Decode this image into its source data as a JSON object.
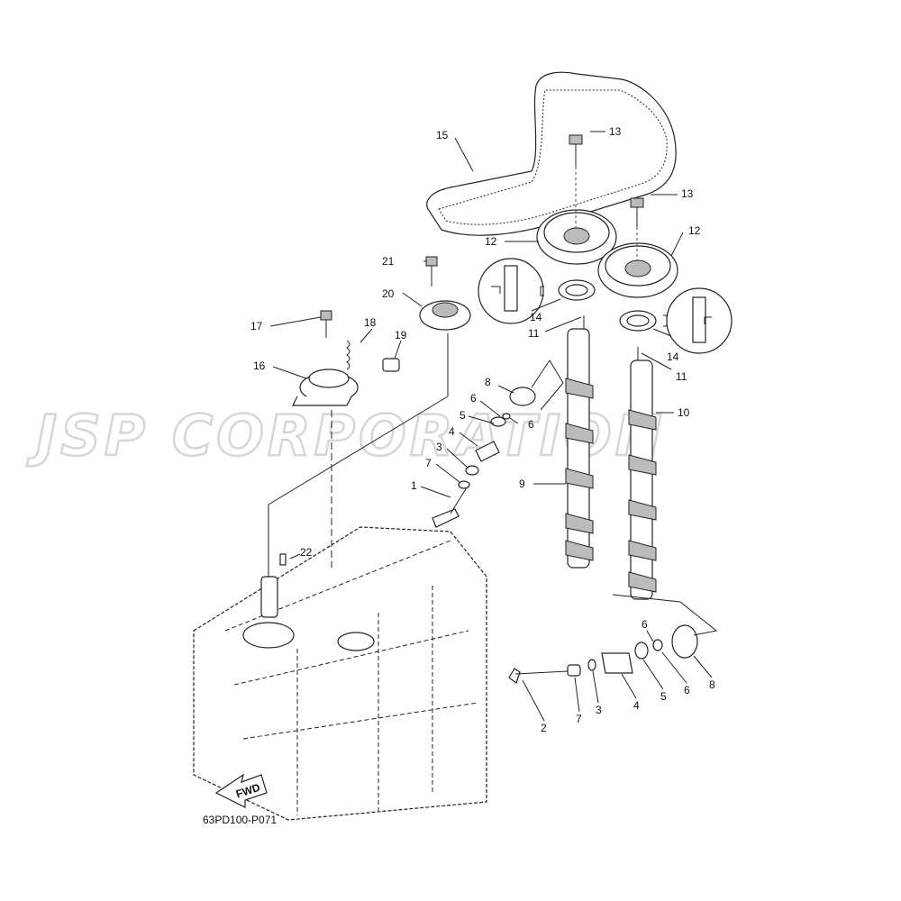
{
  "watermark": "JSP CORPORATION",
  "diagram_code": "63PD100-P071",
  "fwd_label": "FWD",
  "callouts": {
    "c1": "1",
    "c2": "2",
    "c3a": "3",
    "c3b": "3",
    "c4a": "4",
    "c4b": "4",
    "c5a": "5",
    "c5b": "5",
    "c6a": "6",
    "c6b": "6",
    "c6c": "6",
    "c6d": "6",
    "c7a": "7",
    "c7b": "7",
    "c8a": "8",
    "c8b": "8",
    "c9": "9",
    "c10": "10",
    "c11a": "11",
    "c11b": "11",
    "c12a": "12",
    "c12b": "12",
    "c13a": "13",
    "c13b": "13",
    "c14a": "14",
    "c14b": "14",
    "c15": "15",
    "c16": "16",
    "c17": "17",
    "c18": "18",
    "c19": "19",
    "c20": "20",
    "c21": "21",
    "c22": "22"
  },
  "colors": {
    "line": "#222222",
    "watermark": "#d6d6d6",
    "background": "#ffffff"
  }
}
